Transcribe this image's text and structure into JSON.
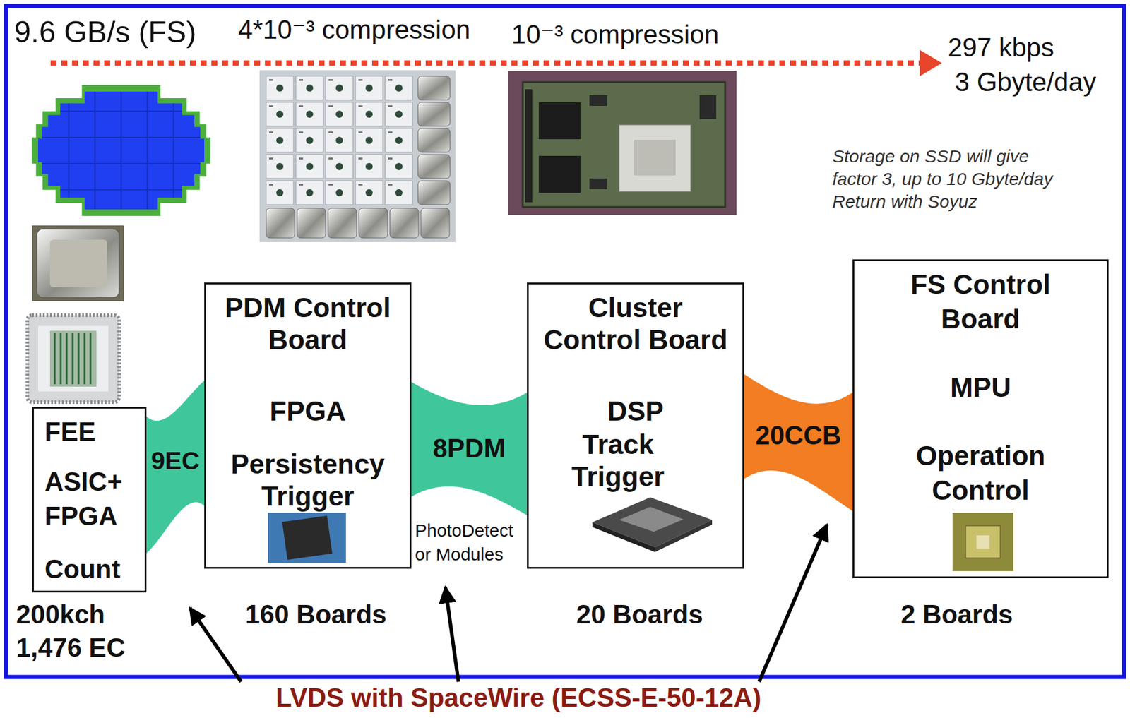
{
  "diagram": {
    "nodes": [
      {
        "text": [
          "FEE",
          "ASIC+ FPGA",
          "Count"
        ]
      },
      {
        "text": [
          "PDM Control Board",
          "FPGA",
          "Persistency Trigger"
        ]
      },
      {
        "text": [
          "Cluster Control Board",
          "DSP",
          "Track Trigger"
        ]
      },
      {
        "text": [
          "FS Control Board",
          "MPU",
          "Operation Control"
        ]
      }
    ],
    "edges": [
      {
        "from": 0,
        "to": 1,
        "label": "9EC",
        "arrow": "none"
      },
      {
        "from": 1,
        "to": 2,
        "label": "8PDM",
        "arrow": "none"
      },
      {
        "from": 2,
        "to": 3,
        "label": "20CCB",
        "arrow": "none"
      }
    ],
    "labels": [
      "9.6 GB/s (FS)",
      "4*10⁻³ compression",
      "10⁻³ compression",
      "297 kbps",
      "3 Gbyte/day",
      "Storage on SSD will give factor 3, up to 10 Gbyte/day Return with Soyuz",
      "PhotoDetect or Modules",
      "200kch",
      "1,476 EC",
      "160 Boards",
      "20 Boards",
      "2 Boards",
      "LVDS with SpaceWire (ECSS-E-50-12A)"
    ]
  }
}
